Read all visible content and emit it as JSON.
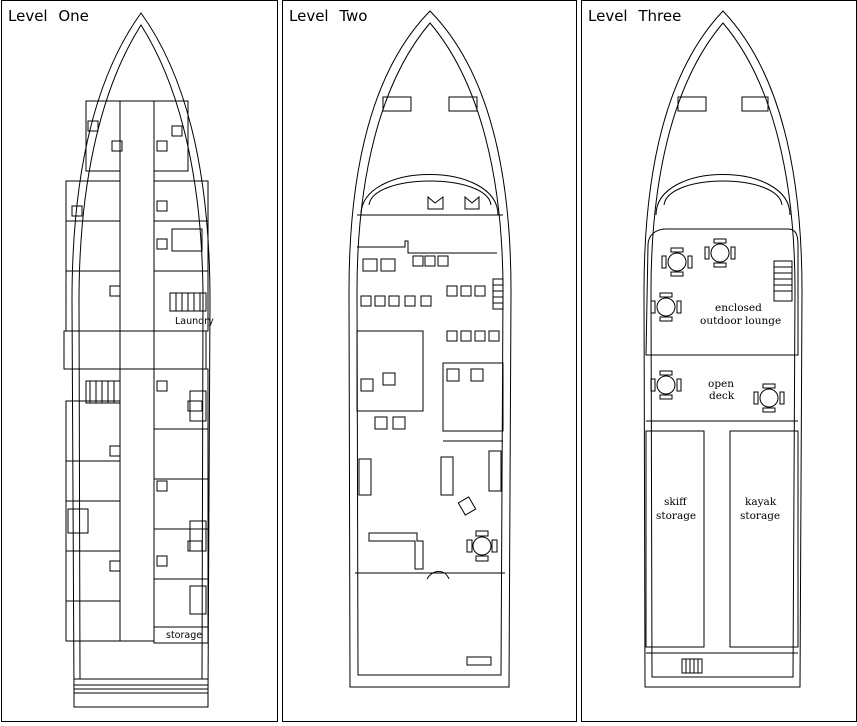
{
  "levels": [
    {
      "title": "Level One",
      "labels": {
        "laundry": "Laundry",
        "storage": "storage"
      }
    },
    {
      "title": "Level Two"
    },
    {
      "title": "Level Three",
      "labels": {
        "lounge_1": "enclosed",
        "lounge_2": "outdoor lounge",
        "deck_1": "open",
        "deck_2": "deck",
        "skiff_1": "skiff",
        "skiff_2": "storage",
        "kayak_1": "kayak",
        "kayak_2": "storage"
      }
    }
  ]
}
